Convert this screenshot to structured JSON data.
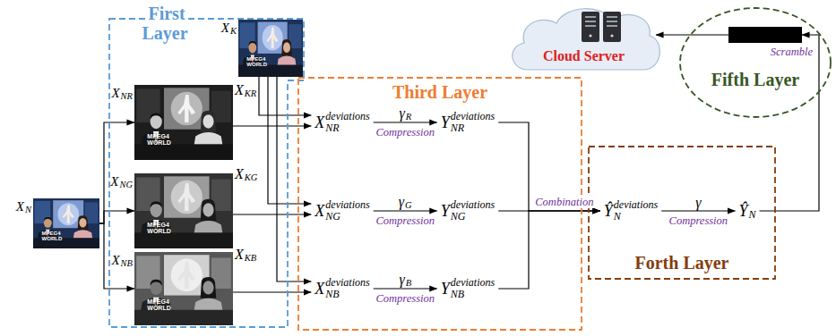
{
  "diagram": {
    "nodes": [
      {
        "text": [
          "First Layer"
        ]
      },
      {
        "text": [
          "X",
          "K"
        ],
        "in": 0
      },
      {
        "text": [
          "X",
          "NR"
        ],
        "in": 0
      },
      {
        "text": [
          "X",
          "NG"
        ],
        "in": 0
      },
      {
        "text": [
          "X",
          "NB"
        ],
        "in": 0
      },
      {
        "text": [
          "X",
          "N"
        ]
      },
      {
        "text": [
          "Third Layer"
        ]
      },
      {
        "text": [
          "X",
          "NR",
          "deviations"
        ],
        "in": 6
      },
      {
        "text": [
          "Y",
          "NR",
          "deviations"
        ],
        "in": 6
      },
      {
        "text": [
          "X",
          "NG",
          "deviations"
        ],
        "in": 6
      },
      {
        "text": [
          "Y",
          "NG",
          "deviations"
        ],
        "in": 6
      },
      {
        "text": [
          "X",
          "NB",
          "deviations"
        ],
        "in": 6
      },
      {
        "text": [
          "Y",
          "NB",
          "deviations"
        ],
        "in": 6
      },
      {
        "text": [
          "Forth Layer"
        ]
      },
      {
        "text": [
          "Ŷ",
          "N",
          "deviations"
        ],
        "in": 13
      },
      {
        "text": [
          "Ŷ",
          "N"
        ],
        "in": 13
      },
      {
        "text": [
          "Fifth Layer"
        ]
      },
      {
        "text": [
          "Cloud Server"
        ]
      }
    ],
    "edges": [
      {
        "from": 5,
        "to": 2,
        "arrow": "to"
      },
      {
        "from": 5,
        "to": 3,
        "arrow": "to"
      },
      {
        "from": 5,
        "to": 4,
        "arrow": "to"
      },
      {
        "from": 2,
        "to": 7,
        "arrow": "to"
      },
      {
        "from": 3,
        "to": 9,
        "arrow": "to"
      },
      {
        "from": 4,
        "to": 11,
        "arrow": "to"
      },
      {
        "from": 1,
        "to": 7,
        "arrow": "to"
      },
      {
        "from": 1,
        "to": 9,
        "arrow": "to"
      },
      {
        "from": 1,
        "to": 11,
        "arrow": "to"
      },
      {
        "from": 7,
        "to": 8,
        "label": "Compression",
        "arrow": "to"
      },
      {
        "from": 9,
        "to": 10,
        "label": "Compression",
        "arrow": "to"
      },
      {
        "from": 11,
        "to": 12,
        "label": "Compression",
        "arrow": "to"
      },
      {
        "from": 8,
        "to": 14,
        "arrow": "to"
      },
      {
        "from": 10,
        "to": 14,
        "label": "Combination",
        "arrow": "to"
      },
      {
        "from": 12,
        "to": 14,
        "arrow": "to"
      },
      {
        "from": 14,
        "to": 15,
        "label": "Compression",
        "arrow": "to"
      },
      {
        "from": 15,
        "to": 16,
        "label": "Scramble",
        "arrow": "to"
      },
      {
        "from": 16,
        "to": 17,
        "arrow": "to"
      }
    ],
    "labels": [
      "X",
      "KR",
      "X",
      "KG",
      "X",
      "KB",
      "γ",
      "R",
      "γ",
      "G",
      "γ",
      "B",
      "γ",
      "MPEG4 WORLD",
      "MPEG4 WORLD",
      "MPEG4 WORLD",
      "MPEG4 WORLD",
      "MPEG4 WORLD"
    ]
  }
}
